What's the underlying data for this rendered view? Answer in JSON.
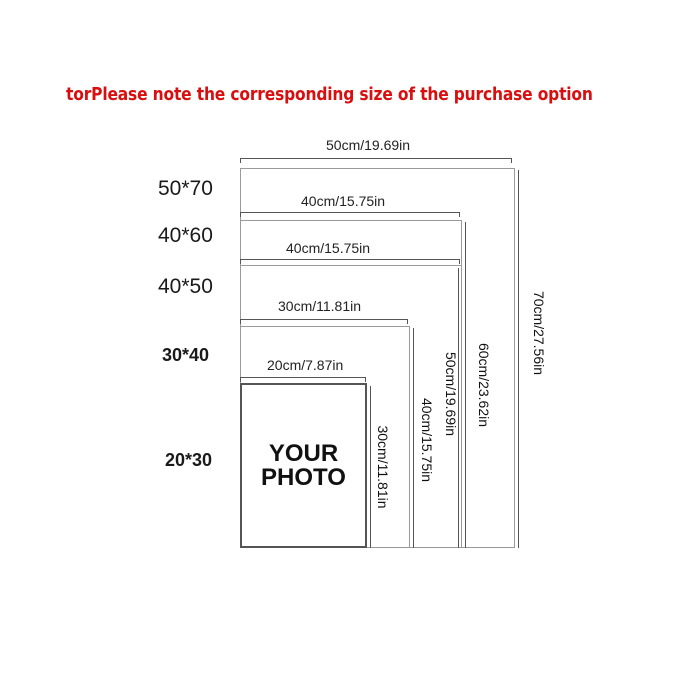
{
  "headline": "torPlease note the corresponding size of the purchase option",
  "size_labels": {
    "s50x70": "50*70",
    "s40x60": "40*60",
    "s40x50": "40*50",
    "s30x40": "30*40",
    "s20x30": "20*30"
  },
  "widths": {
    "w50": "50cm/19.69in",
    "w40a": "40cm/15.75in",
    "w40b": "40cm/15.75in",
    "w30": "30cm/11.81in",
    "w20": "20cm/7.87in"
  },
  "heights": {
    "h70": "70cm/27.56in",
    "h60": "60cm/23.62in",
    "h50": "50cm/19.69in",
    "h40": "40cm/15.75in",
    "h30": "30cm/11.81in"
  },
  "photo": {
    "line1": "YOUR",
    "line2": "PHOTO"
  },
  "colors": {
    "headline": "#d90f0f",
    "frame": "#9a9a9a",
    "text": "#111111"
  }
}
